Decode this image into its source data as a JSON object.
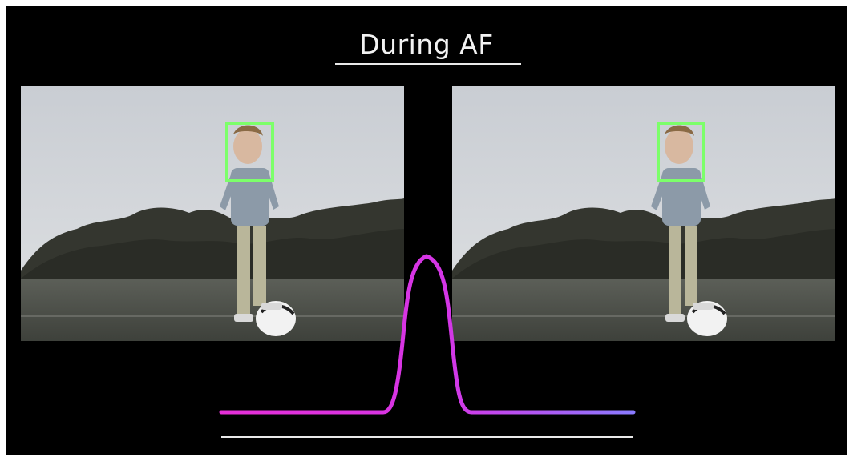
{
  "title": "During AF",
  "colors": {
    "background": "#000000",
    "face_box": "#7cff6a",
    "curve_start": "#e62fd8",
    "curve_end": "#8a7bff",
    "rule": "#e8e8e8"
  },
  "panels": [
    {
      "id": "left",
      "face_box": true
    },
    {
      "id": "right",
      "face_box": true
    }
  ]
}
